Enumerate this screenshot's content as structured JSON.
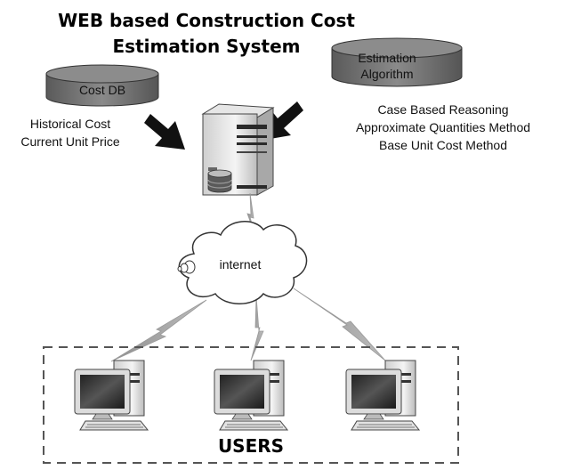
{
  "title": {
    "line1": "WEB based Construction Cost",
    "line2": "Estimation System"
  },
  "cost_db": {
    "label": "Cost DB",
    "items": [
      "Historical Cost",
      "Current Unit Price"
    ]
  },
  "estimation_algorithm": {
    "label_line1": "Estimation",
    "label_line2": "Algorithm",
    "items": [
      "Case Based Reasoning",
      "Approximate Quantities Method",
      "Base Unit Cost Method"
    ]
  },
  "network": {
    "label": "internet"
  },
  "users": {
    "label": "USERS"
  }
}
